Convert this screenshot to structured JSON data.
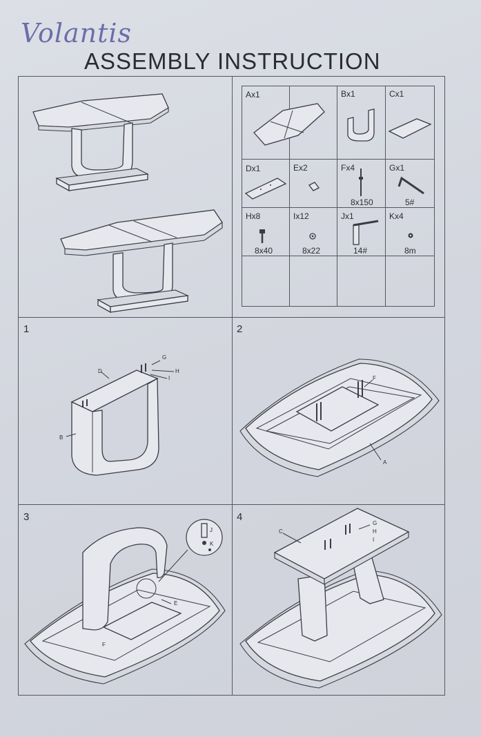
{
  "brand": "Volantis",
  "title": "ASSEMBLY INSTRUCTION",
  "steps": [
    "1",
    "2",
    "3",
    "4"
  ],
  "parts": [
    {
      "id": "Ax1",
      "spec": ""
    },
    {
      "id": "Bx1",
      "spec": ""
    },
    {
      "id": "Cx1",
      "spec": ""
    },
    {
      "id": "Dx1",
      "spec": ""
    },
    {
      "id": "Ex2",
      "spec": ""
    },
    {
      "id": "Fx4",
      "spec": "8x150"
    },
    {
      "id": "Gx1",
      "spec": "5#"
    },
    {
      "id": "Hx8",
      "spec": "8x40"
    },
    {
      "id": "Ix12",
      "spec": "8x22"
    },
    {
      "id": "Jx1",
      "spec": "14#"
    },
    {
      "id": "Kx4",
      "spec": "8m"
    }
  ],
  "callouts": {
    "step1": [
      "D",
      "G",
      "H",
      "I",
      "B"
    ],
    "step2": [
      "F",
      "A"
    ],
    "step3": [
      "J",
      "K",
      "E",
      "F"
    ],
    "step4": [
      "C",
      "G",
      "H",
      "I"
    ]
  }
}
